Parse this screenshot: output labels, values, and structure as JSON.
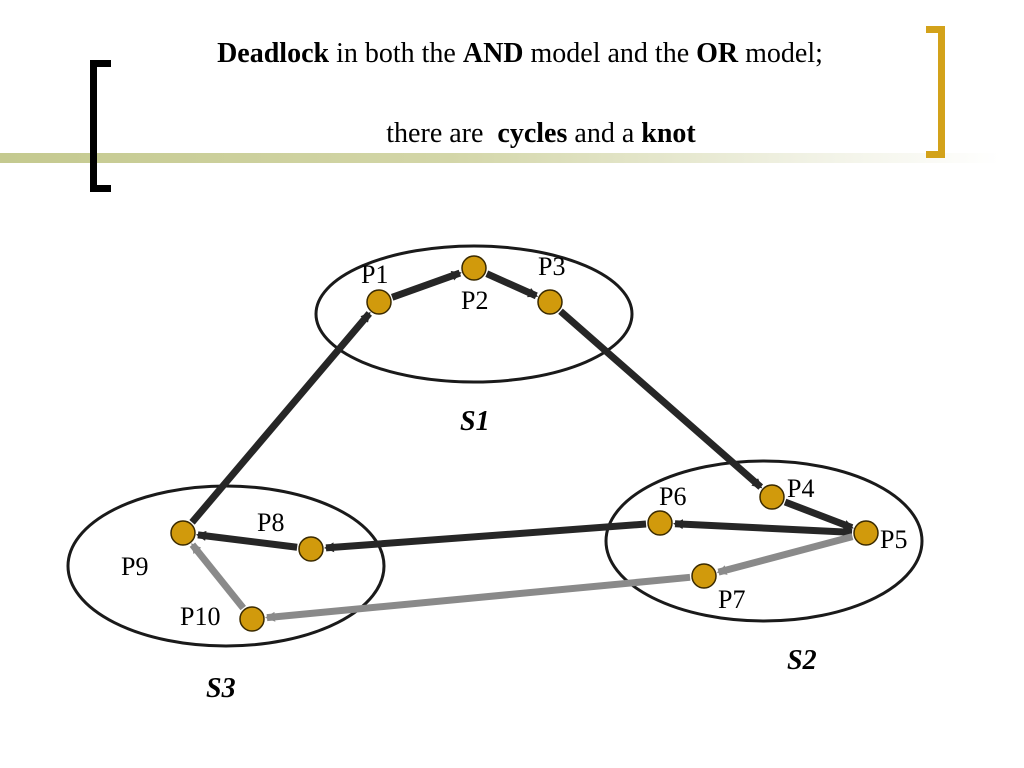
{
  "title": {
    "line1": [
      {
        "text": "Deadlock",
        "bold": true
      },
      {
        "text": " in both the ",
        "bold": false
      },
      {
        "text": "AND",
        "bold": true
      },
      {
        "text": " model and the ",
        "bold": false
      },
      {
        "text": "OR",
        "bold": true
      },
      {
        "text": " model;",
        "bold": false
      }
    ],
    "line2": [
      {
        "text": "there are  ",
        "bold": false
      },
      {
        "text": "cycles",
        "bold": true
      },
      {
        "text": " and a ",
        "bold": false
      },
      {
        "text": "knot",
        "bold": true
      }
    ]
  },
  "colors": {
    "node_fill": "#d19a0c",
    "node_stroke": "#3a2a00",
    "dark_edge": "#262626",
    "gray_edge": "#8a8a8a",
    "band": "#c4c98f",
    "right_bracket": "#d3a21a"
  },
  "sites": [
    {
      "id": "s1",
      "label": "S1"
    },
    {
      "id": "s2",
      "label": "S2"
    },
    {
      "id": "s3",
      "label": "S3"
    }
  ],
  "nodes": [
    {
      "id": "p1",
      "label": "P1"
    },
    {
      "id": "p2",
      "label": "P2"
    },
    {
      "id": "p3",
      "label": "P3"
    },
    {
      "id": "p4",
      "label": "P4"
    },
    {
      "id": "p5",
      "label": "P5"
    },
    {
      "id": "p6",
      "label": "P6"
    },
    {
      "id": "p7",
      "label": "P7"
    },
    {
      "id": "p8",
      "label": "P8"
    },
    {
      "id": "p9",
      "label": "P9"
    },
    {
      "id": "p10",
      "label": "P10"
    }
  ],
  "edges": [
    {
      "from": "p1",
      "to": "p2",
      "style": "dark"
    },
    {
      "from": "p2",
      "to": "p3",
      "style": "dark"
    },
    {
      "from": "p3",
      "to": "p4",
      "style": "dark"
    },
    {
      "from": "p4",
      "to": "p5",
      "style": "dark"
    },
    {
      "from": "p5",
      "to": "p6",
      "style": "dark"
    },
    {
      "from": "p6",
      "to": "p8",
      "style": "dark"
    },
    {
      "from": "p8",
      "to": "p9",
      "style": "dark"
    },
    {
      "from": "p9",
      "to": "p1",
      "style": "dark"
    },
    {
      "from": "p5",
      "to": "p7",
      "style": "gray"
    },
    {
      "from": "p7",
      "to": "p10",
      "style": "gray"
    },
    {
      "from": "p10",
      "to": "p9",
      "style": "gray"
    }
  ]
}
